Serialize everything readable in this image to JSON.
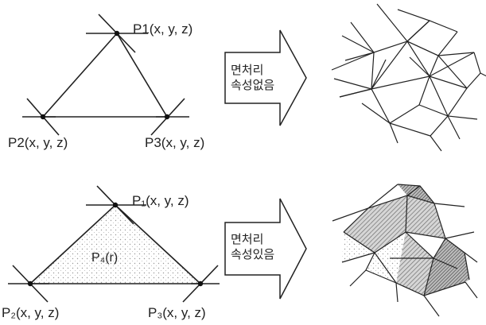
{
  "top": {
    "p1": "P1(x,  y,  z)",
    "p2": "P2(x,  y,  z)",
    "p3": "P3(x,  y,  z)",
    "arrow_line1": "면처리",
    "arrow_line2": "속성없음"
  },
  "bottom": {
    "p1": "P₁(x,  y,  z)",
    "p2": "P₂(x,  y,  z)",
    "p3": "P₃(x,  y,  z)",
    "p4": "P₄(r)",
    "arrow_line1": "면처리",
    "arrow_line2": "속성있음"
  },
  "colors": {
    "stroke": "#222222",
    "dots": "#9a9a9a",
    "hatch": "#7a7a7a"
  }
}
